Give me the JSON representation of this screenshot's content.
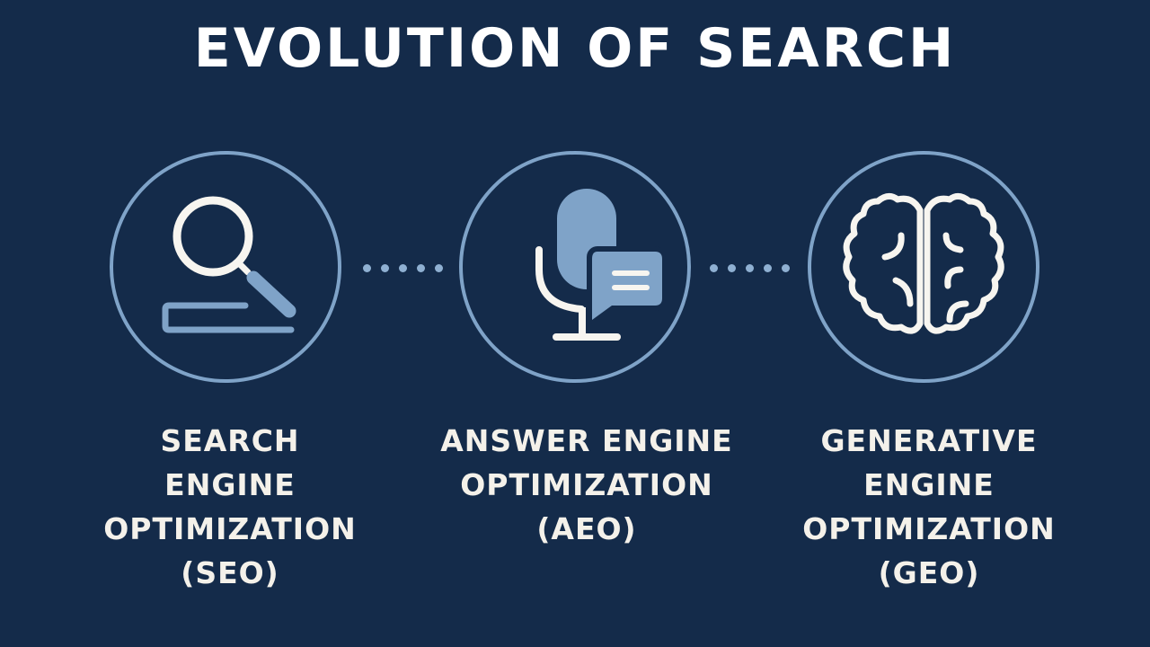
{
  "title": "EVOLUTION OF SEARCH",
  "colors": {
    "background": "#142b4a",
    "ring": "#7fa3c8",
    "accent_icon": "#7fa3c8",
    "icon_white": "#f7f5f0",
    "text": "#f4f1ea"
  },
  "stages": [
    {
      "icon": "magnifying-glass-search-bar-icon",
      "lines": [
        "SEARCH",
        "ENGINE",
        "OPTIMIZATION",
        "(SEO)"
      ]
    },
    {
      "icon": "microphone-chat-bubble-icon",
      "lines": [
        "ANSWER ENGINE",
        "OPTIMIZATION",
        "(AEO)"
      ]
    },
    {
      "icon": "brain-icon",
      "lines": [
        "GENERATIVE",
        "ENGINE",
        "OPTIMIZATION",
        "(GEO)"
      ]
    }
  ],
  "connectors": [
    {
      "from": "SEO",
      "to": "AEO",
      "dot_count": 5
    },
    {
      "from": "AEO",
      "to": "GEO",
      "dot_count": 5
    }
  ]
}
